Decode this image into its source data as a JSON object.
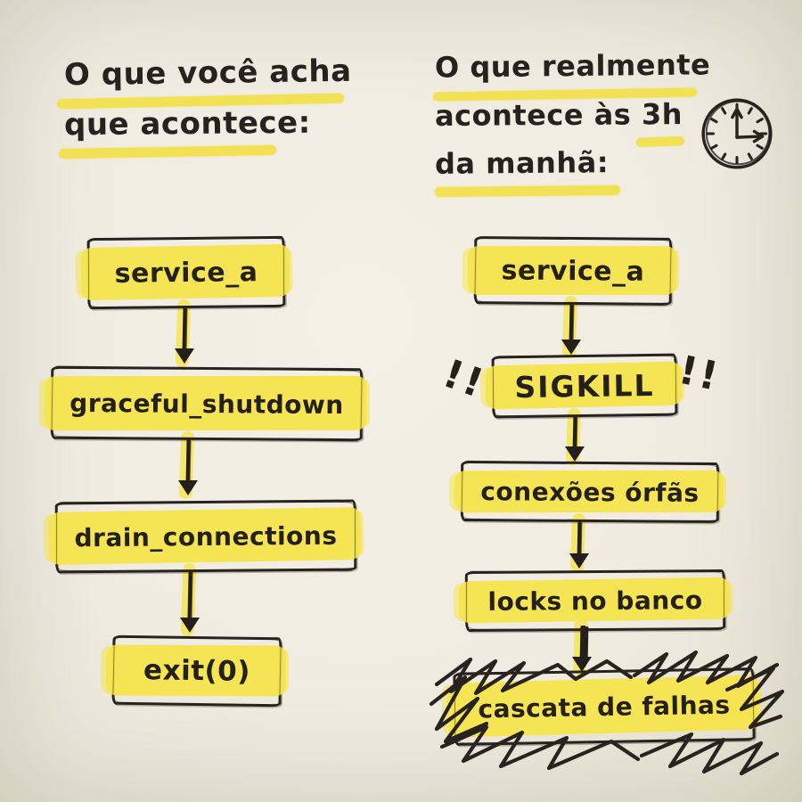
{
  "colors": {
    "background": "#f2ece1",
    "ink": "#29231f",
    "highlight_yellow": "#f5e34d"
  },
  "left": {
    "title_line1": "O que você acha",
    "title_line2": "que acontece:",
    "nodes": [
      {
        "label": "service_a"
      },
      {
        "label": "graceful_shutdown"
      },
      {
        "label": "drain_connections"
      },
      {
        "label": "exit(0)"
      }
    ]
  },
  "right": {
    "title_line1": "O que realmente",
    "title_line2": "acontece às 3h",
    "title_line3": "da manhã:",
    "clock_time_shown": "3:00",
    "sigkill_bang_left": "!!",
    "sigkill_bang_right": "!!",
    "nodes": [
      {
        "label": "service_a"
      },
      {
        "label": "SIGKILL"
      },
      {
        "label": "conexões órfãs"
      },
      {
        "label": "locks no banco"
      },
      {
        "label": "cascata de falhas"
      }
    ]
  }
}
